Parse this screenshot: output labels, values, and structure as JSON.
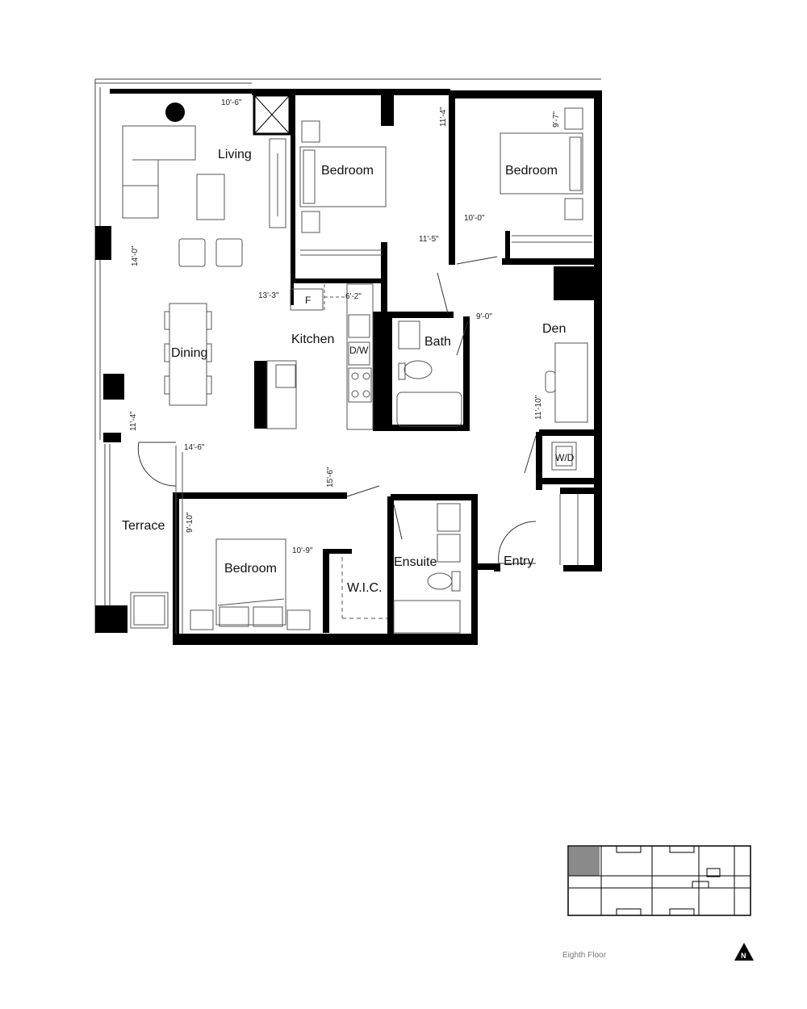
{
  "rooms": {
    "living": "Living",
    "bedroom_a": "Bedroom",
    "bedroom_b": "Bedroom",
    "bedroom_c": "Bedroom",
    "kitchen": "Kitchen",
    "dining": "Dining",
    "bath": "Bath",
    "den": "Den",
    "terrace": "Terrace",
    "ensuite": "Ensuite",
    "wic": "W.I.C.",
    "entry": "Entry"
  },
  "fixtures": {
    "fridge": "F",
    "dishwasher": "D/W",
    "washer_dryer": "W/D"
  },
  "dimensions": {
    "living_width": "10'-6\"",
    "bedroom_a_depth": "11'-4\"",
    "bedroom_a_width": "11'-5\"",
    "bedroom_b_depth": "9'-7\"",
    "bedroom_b_width": "10'-0\"",
    "living_depth": "14'-0\"",
    "kitchen_width": "13'-3\"",
    "kitchen_depth": "6'-2\"",
    "bath_width": "9'-0\"",
    "den_depth": "11'-10\"",
    "dining_depth": "11'-4\"",
    "dining_width": "14'-6\"",
    "hall_depth": "15'-6\"",
    "bedroom_c_depth": "9'-10\"",
    "bedroom_c_width": "10'-9\""
  },
  "keyplan": {
    "floor_name": "Eighth Floor",
    "north": "N",
    "highlight_color": "#8a8a8a"
  },
  "colors": {
    "wall": "#000000",
    "line": "#333333"
  }
}
